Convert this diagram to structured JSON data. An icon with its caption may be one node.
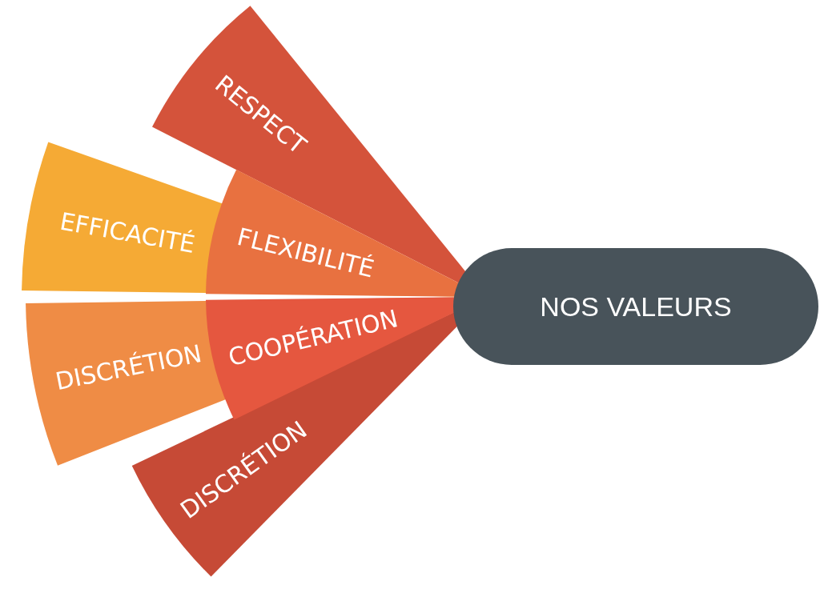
{
  "diagram": {
    "nodes": [
      {
        "text": [
          "NOS VALEURS"
        ]
      },
      {
        "text": [
          "RESPECT"
        ]
      },
      {
        "text": [
          "EFFICACITÉ"
        ]
      },
      {
        "text": [
          "FLEXIBILITÉ"
        ]
      },
      {
        "text": [
          "DISCRÉTION"
        ]
      },
      {
        "text": [
          "COOPÉRATION"
        ]
      },
      {
        "text": [
          "DISCRÉTION"
        ]
      }
    ]
  }
}
